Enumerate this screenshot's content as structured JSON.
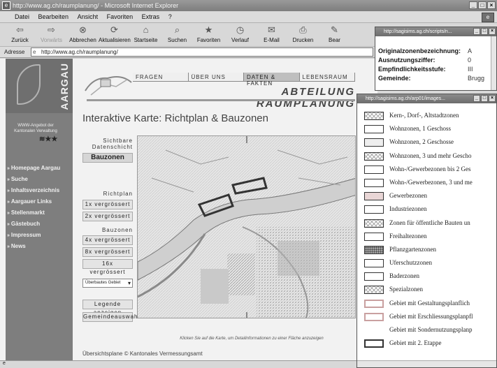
{
  "window": {
    "title": "http://www.ag.ch/raumplanung/ - Microsoft Internet Explorer",
    "menu": [
      "Datei",
      "Bearbeiten",
      "Ansicht",
      "Favoriten",
      "Extras",
      "?"
    ]
  },
  "toolbar": [
    {
      "label": "Zurück",
      "icon": "back-arrow-icon",
      "glyph": "⇦",
      "enabled": true
    },
    {
      "label": "Vorwärts",
      "icon": "forward-arrow-icon",
      "glyph": "⇨",
      "enabled": false
    },
    {
      "label": "Abbrechen",
      "icon": "stop-icon",
      "glyph": "⊗",
      "enabled": true
    },
    {
      "label": "Aktualisieren",
      "icon": "refresh-icon",
      "glyph": "⟳",
      "enabled": true
    },
    {
      "label": "Startseite",
      "icon": "home-icon",
      "glyph": "⌂",
      "enabled": true
    },
    {
      "label": "Suchen",
      "icon": "search-icon",
      "glyph": "⌕",
      "enabled": true
    },
    {
      "label": "Favoriten",
      "icon": "favorites-icon",
      "glyph": "★",
      "enabled": true
    },
    {
      "label": "Verlauf",
      "icon": "history-icon",
      "glyph": "◷",
      "enabled": true
    },
    {
      "label": "E-Mail",
      "icon": "mail-icon",
      "glyph": "✉",
      "enabled": true
    },
    {
      "label": "Drucken",
      "icon": "print-icon",
      "glyph": "⎙",
      "enabled": true
    },
    {
      "label": "Bear",
      "icon": "edit-icon",
      "glyph": "✎",
      "enabled": true
    }
  ],
  "address": {
    "label": "Adresse",
    "url": "http://www.ag.ch/raumplanung/"
  },
  "site": {
    "logo_text": "AARGAU",
    "tagline": "WWW-Angebot der Kantonalen Verwaltung",
    "nav": [
      "Homepage Aargau",
      "Suche",
      "Inhaltsverzeichnis",
      "Aargauer Links",
      "Stellenmarkt",
      "Gästebuch",
      "Impressum",
      "News"
    ],
    "tabs": [
      "FRAGEN",
      "ÜBER UNS",
      "DATEN & FAKTEN",
      "LEBENSRAUM"
    ],
    "dept_title": "ABTEILUNG RAUMPLANUNG",
    "page_title": "Interaktive Karte: Richtplan & Bauzonen",
    "layer_label": "Sichtbare Datenschicht",
    "layer_value": "Bauzonen",
    "richtplan_label": "Richtplan",
    "bauzonen_label": "Bauzonen",
    "zoom_buttons_richtplan": [
      "1x vergrössert",
      "2x vergrössert"
    ],
    "zoom_buttons_bauzonen": [
      "4x vergrössert",
      "8x vergrössert",
      "16x vergrössert"
    ],
    "region_select": "Überbautes Gebiet",
    "legend_button": "Legende anzeigen",
    "municipality_button": "Gemeindeauswahl",
    "map_caption": "Klicken Sie auf die Karte, um Detailinformationen zu einer Fläche anzuzeigen",
    "footer": "Übersichtsplane © Kantonales Vermessungsamt"
  },
  "info_popup": {
    "title": "http://sagisims.ag.ch/scripts/n...",
    "rows": [
      {
        "key": "Originalzonenbezeichnung:",
        "value": "A"
      },
      {
        "key": "Ausnutzungsziffer:",
        "value": "0"
      },
      {
        "key": "Empfindlichkeitsstufe:",
        "value": "III"
      },
      {
        "key": "Gemeinde:",
        "value": "Brugg"
      }
    ]
  },
  "legend_popup": {
    "title": "http://sagisims.ag.ch/arp01/images...",
    "items": [
      {
        "text": "Kern-, Dorf-, Altstadtzonen",
        "swatch": "grid"
      },
      {
        "text": "Wohnzonen, 1 Geschoss",
        "swatch": "plain"
      },
      {
        "text": "Wohnzonen, 2 Geschosse",
        "swatch": "light"
      },
      {
        "text": "Wohnzonen, 3 und mehr Gescho",
        "swatch": "grid"
      },
      {
        "text": "Wohn-/Gewerbezonen bis 2 Ges",
        "swatch": "plain"
      },
      {
        "text": "Wohn-/Gewerbezonen, 3 und me",
        "swatch": "plain"
      },
      {
        "text": "Gewerbezonen",
        "swatch": "pink"
      },
      {
        "text": "Industriezonen",
        "swatch": "plain"
      },
      {
        "text": "Zonen für öffentliche Bauten un",
        "swatch": "grid"
      },
      {
        "text": "Freihaltezonen",
        "swatch": "plain"
      },
      {
        "text": "Pflanzgartenzonen",
        "swatch": "dark"
      },
      {
        "text": "Uferschutzzonen",
        "swatch": "plain"
      },
      {
        "text": "Baderzonen",
        "swatch": "plain"
      },
      {
        "text": "Spezialzonen",
        "swatch": "grid"
      },
      {
        "text": "Gebiet mit Gestaltungsplanflich",
        "swatch": "outline-pink"
      },
      {
        "text": "Gebiet mit Erschliessungsplanpfl",
        "swatch": "outline-pink"
      },
      {
        "text": "Gebiet mit Sondernutzungsplanp",
        "swatch": "none"
      },
      {
        "text": "Gebiet mit 2. Etappe",
        "swatch": "outline2"
      }
    ]
  }
}
